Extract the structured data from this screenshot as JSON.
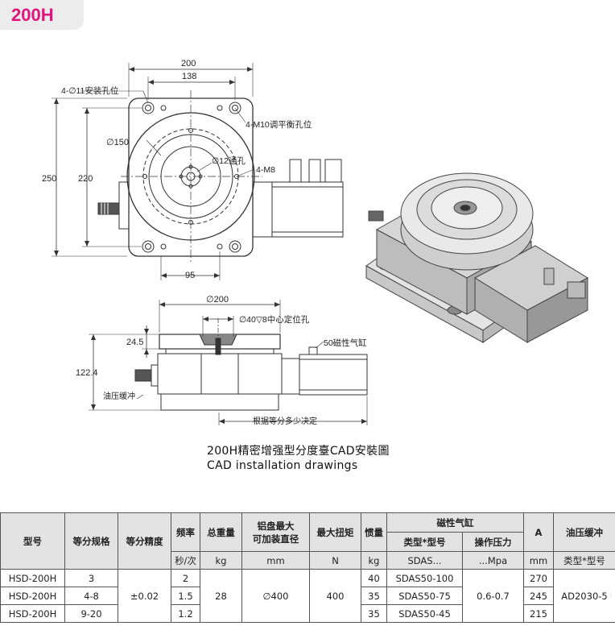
{
  "header": {
    "model_tab": "200H"
  },
  "top_view": {
    "dim_overall_width": "200",
    "dim_hole_spacing": "138",
    "label_mount_holes": "4-∅11安装孔位",
    "label_level_holes": "4-M10调平衡孔位",
    "dim_circle": "∅150",
    "dim_through_hole": "∅12通孔",
    "label_m8": "4-M8",
    "dim_height_overall": "250",
    "dim_height_holes": "220",
    "dim_offset": "95"
  },
  "side_view": {
    "dim_disk": "∅200",
    "dim_center_hole": "∅40▽8中心定位孔",
    "dim_disk_thickness": "24.5",
    "dim_total_height": "122.4",
    "label_cylinder": "50磁性气缸",
    "label_buffer": "油压缓冲",
    "label_length": "根据等分多少决定"
  },
  "caption": {
    "title_cn": "200H精密增强型分度臺CAD安裝圖",
    "title_en": "CAD installation drawings"
  },
  "table": {
    "headers": {
      "model": "型号",
      "division": "等分规格",
      "accuracy": "等分精度",
      "frequency": "频率",
      "weight": "总重量",
      "max_disk_line1": "铝盘最大",
      "max_disk_line2": "可加装直径",
      "max_torque": "最大扭矩",
      "inertia": "惯量",
      "cylinder": "磁性气缸",
      "cylinder_model": "类型*型号",
      "cylinder_pressure": "操作压力",
      "a": "A",
      "buffer": "油压缓冲",
      "buffer_model": "类型*型号"
    },
    "units": {
      "frequency": "秒/次",
      "weight": "kg",
      "max_disk": "mm",
      "max_torque": "N",
      "inertia": "kg",
      "cylinder_model": "SDAS...",
      "cylinder_pressure": "...Mpa",
      "a": "mm"
    },
    "rows": [
      {
        "model": "HSD-200H",
        "division": "3",
        "frequency": "2",
        "inertia": "40",
        "cylinder": "SDAS50-100",
        "a": "270"
      },
      {
        "model": "HSD-200H",
        "division": "4-8",
        "frequency": "1.5",
        "inertia": "35",
        "cylinder": "SDAS50-75",
        "a": "245"
      },
      {
        "model": "HSD-200H",
        "division": "9-20",
        "frequency": "1.2",
        "inertia": "35",
        "cylinder": "SDAS50-45",
        "a": "215"
      }
    ],
    "shared": {
      "accuracy": "±0.02",
      "weight": "28",
      "max_disk": "∅400",
      "max_torque": "400",
      "pressure": "0.6-0.7",
      "buffer": "AD2030-5"
    }
  }
}
